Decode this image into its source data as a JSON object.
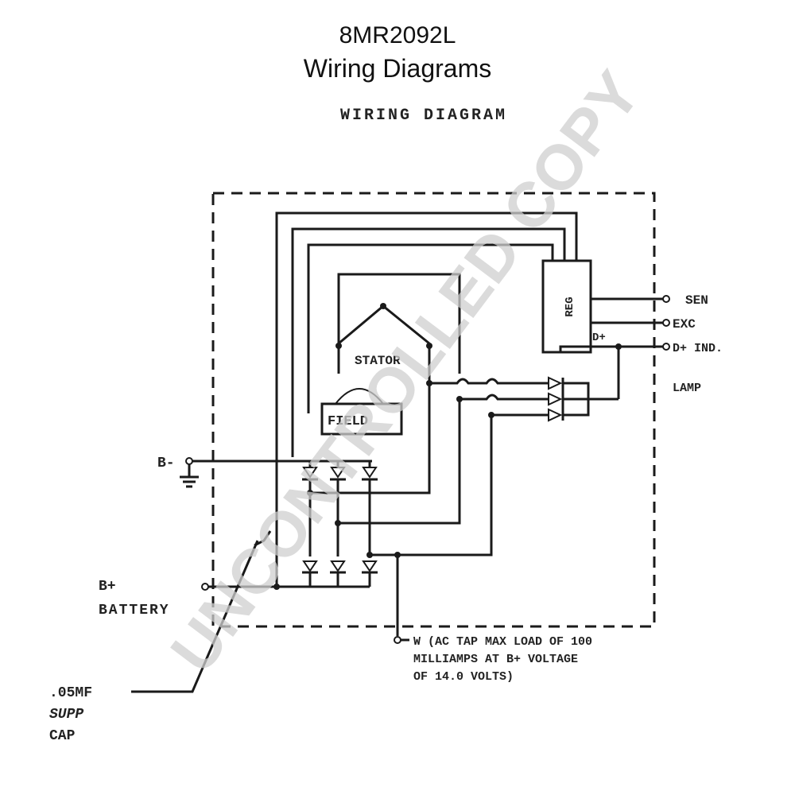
{
  "header": {
    "part_number": "8MR2092L",
    "subtitle": "Wiring Diagrams"
  },
  "diagram": {
    "heading": "WIRING DIAGRAM",
    "labels": {
      "reg": "REG",
      "stator": "STATOR",
      "field": "FIELD",
      "sen": "SEN",
      "exc": "EXC",
      "d_plus": "D+",
      "d_plus_ind": "D+ IND.",
      "lamp": "LAMP",
      "b_minus": "B-",
      "b_plus": "B+",
      "battery": "BATTERY",
      "ac_tap_1": "W (AC TAP MAX LOAD OF 100",
      "ac_tap_2": "MILLIAMPS AT B+ VOLTAGE",
      "ac_tap_3": "OF 14.0 VOLTS)",
      "cap_1": ".05MF",
      "cap_2": "SUPP",
      "cap_3": "CAP"
    }
  },
  "watermark": "UNCONTROLLED COPY"
}
